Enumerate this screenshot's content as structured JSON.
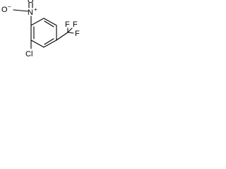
{
  "molecule": {
    "atoms": {
      "nitro_o1": "O",
      "nitro_o1_charge": "−",
      "nitro_n": "N",
      "nitro_n_charge": "+",
      "nitro_o2": "O",
      "chlorine": "Cl",
      "cf3_f_top_left": "F",
      "cf3_f_top_right": "F",
      "cf3_f_right": "F"
    }
  }
}
